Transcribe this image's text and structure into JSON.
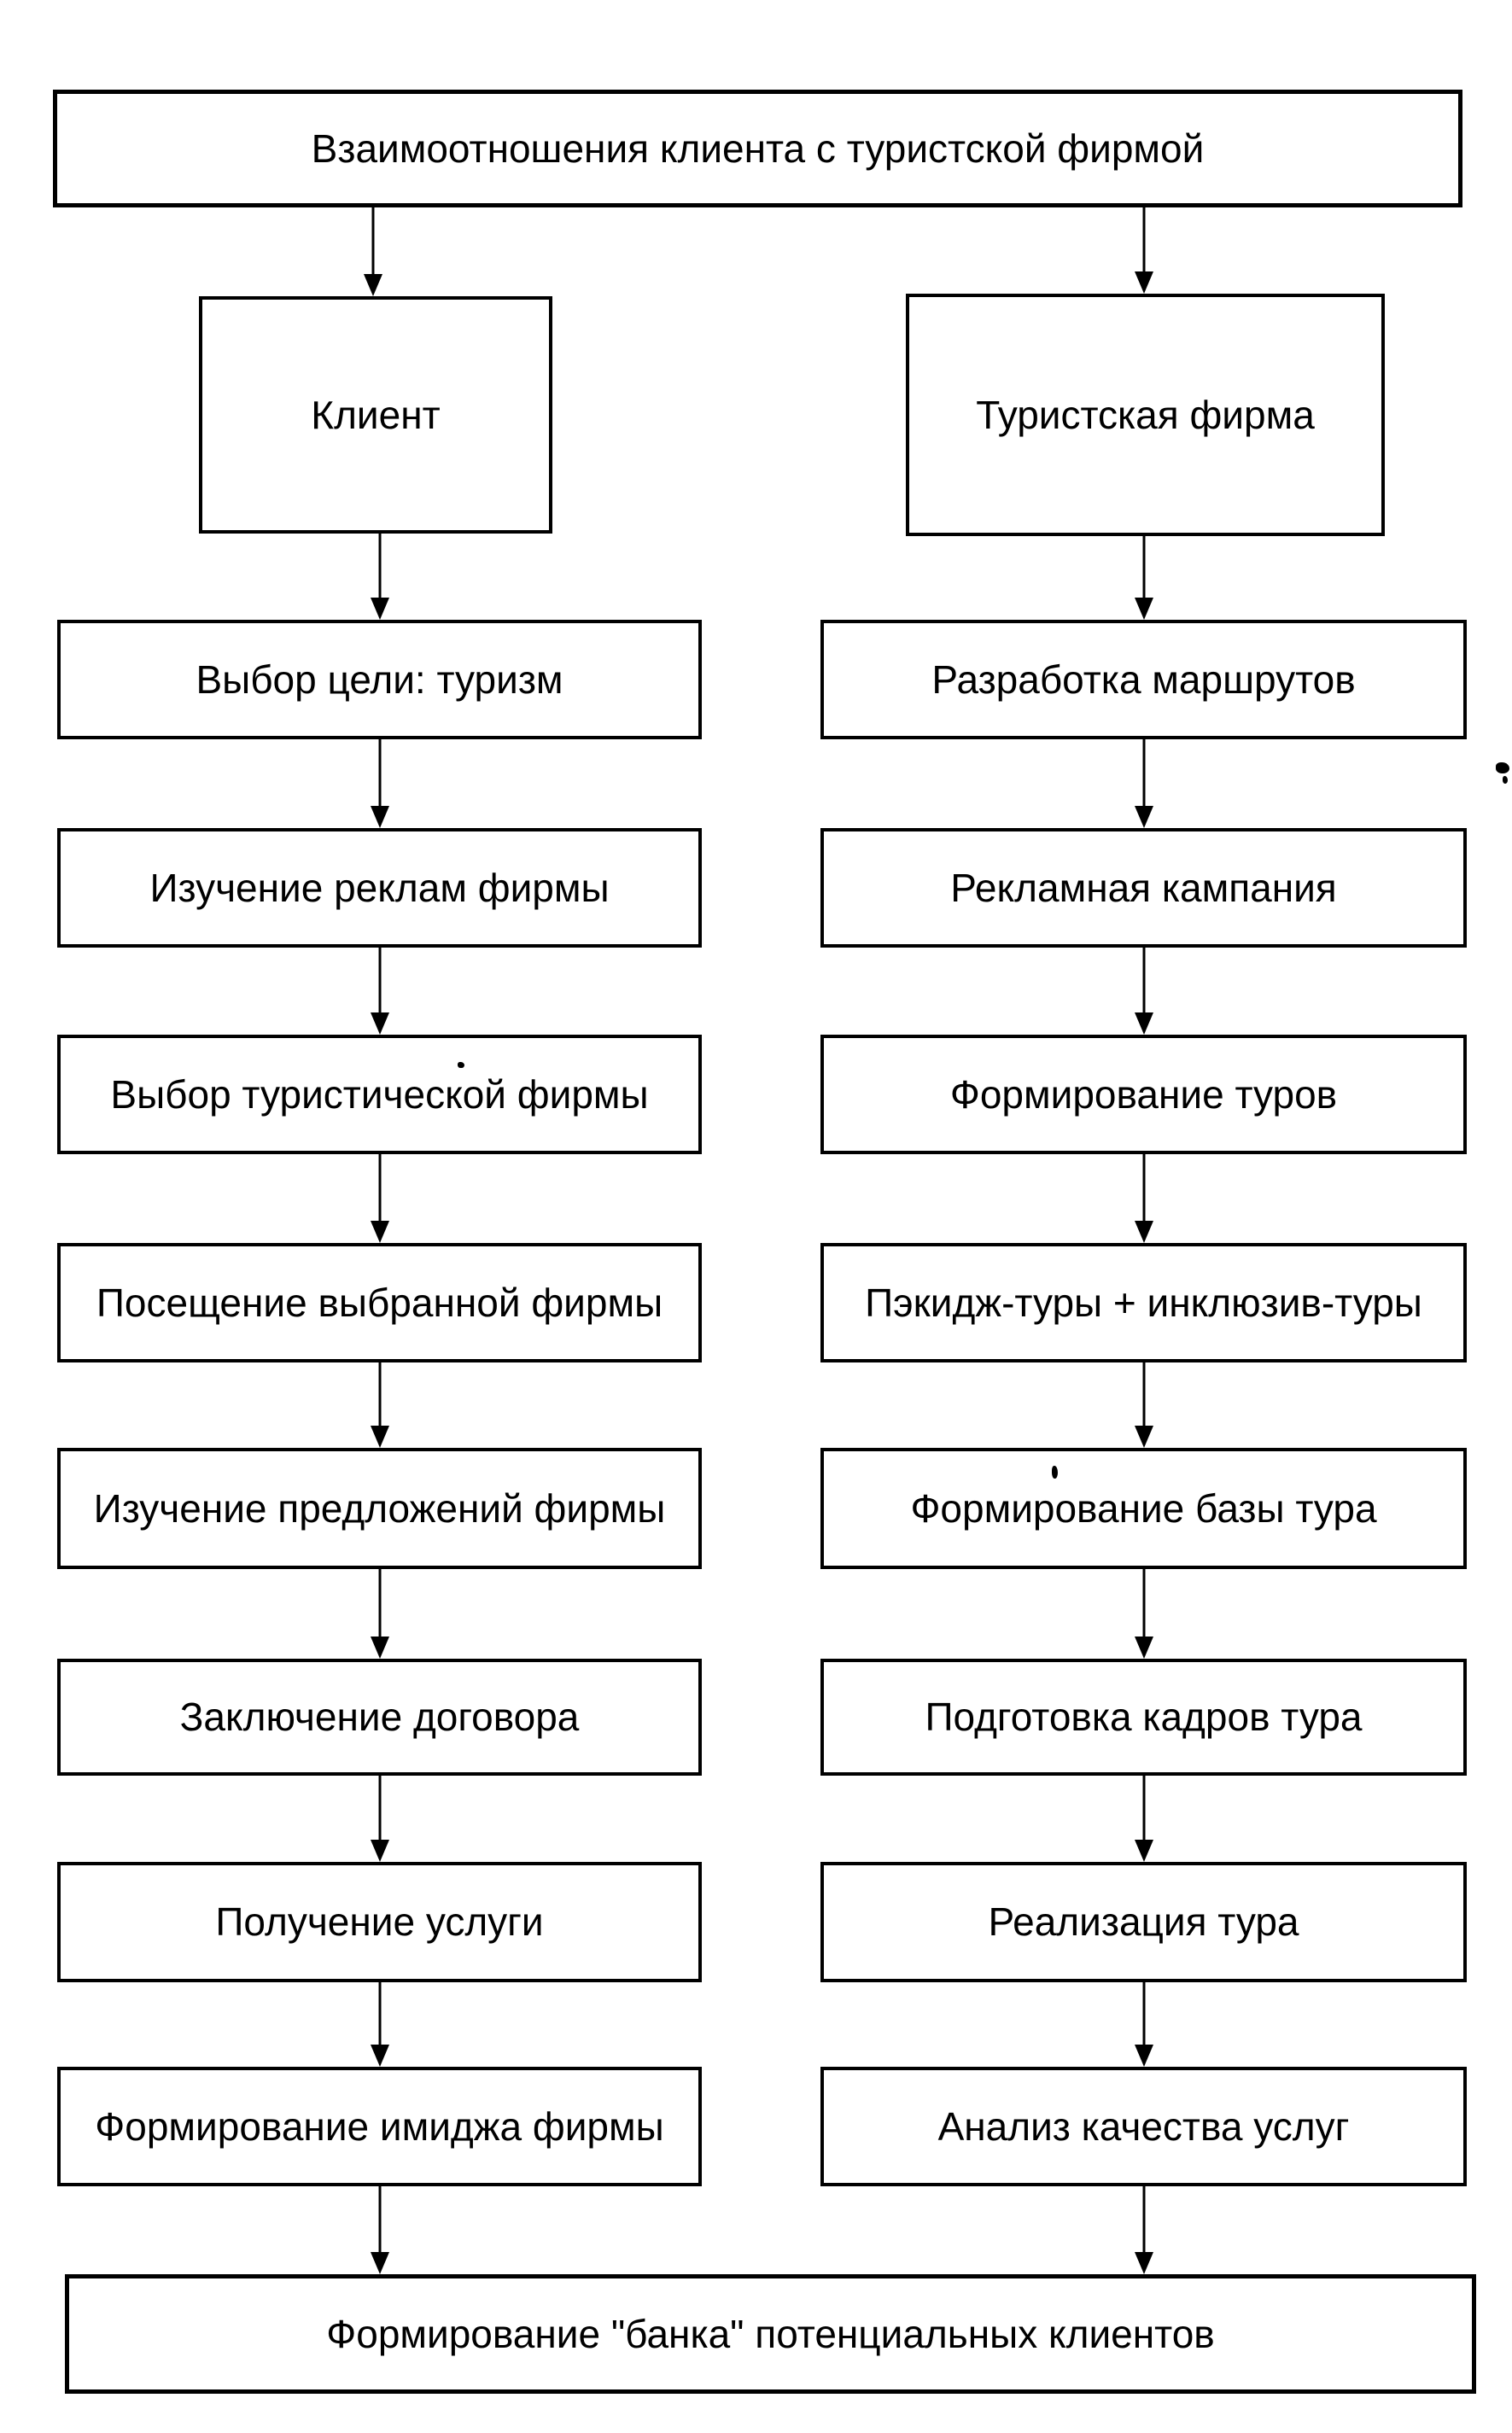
{
  "diagram": {
    "title": "Взаимоотношения клиента с туристской фирмой",
    "left_column": {
      "header": "Клиент",
      "steps": [
        "Выбор цели: туризм",
        "Изучение реклам фирмы",
        "Выбор туристической фирмы",
        "Посещение выбранной фирмы",
        "Изучение предложений фирмы",
        "Заключение договора",
        "Получение услуги",
        "Формирование имиджа фирмы"
      ]
    },
    "right_column": {
      "header": "Туристская фирма",
      "steps": [
        "Разработка маршрутов",
        "Рекламная кампания",
        "Формирование туров",
        "Пэкидж-туры + инклюзив-туры",
        "Формирование базы тура",
        "Подготовка кадров тура",
        "Реализация тура",
        "Анализ качества услуг"
      ]
    },
    "footer": "Формирование \"банка\" потенциальных клиентов"
  },
  "colors": {
    "ink": "#000000",
    "paper": "#ffffff"
  }
}
